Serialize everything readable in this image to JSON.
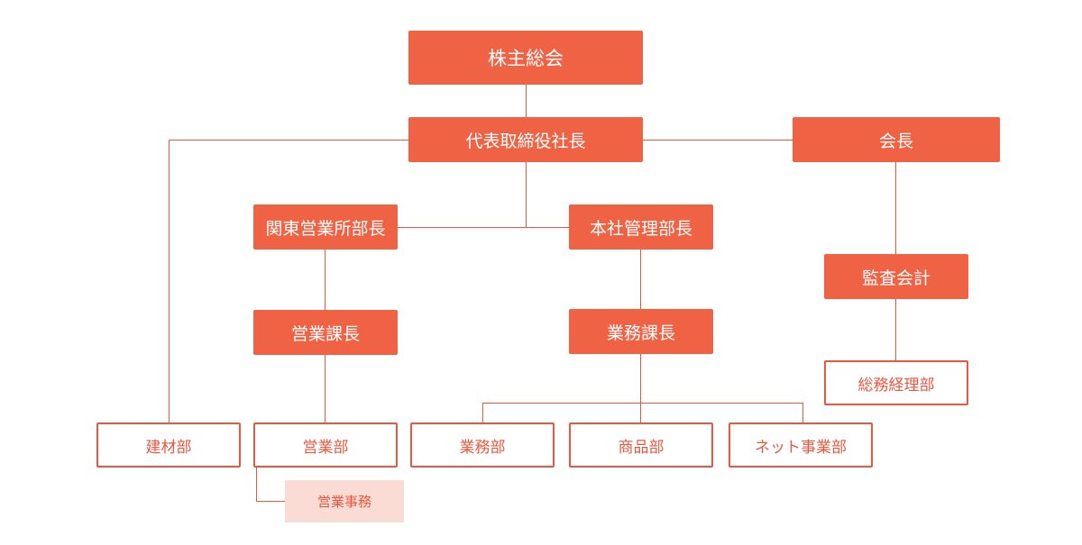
{
  "colors": {
    "accent": "#f06244",
    "line": "#e8583e",
    "light_fill": "#fbdcd5",
    "background": "#ffffff"
  },
  "nodes": {
    "shareholders_meeting": "株主総会",
    "representative_director_president": "代表取締役社長",
    "chairman": "会長",
    "kanto_sales_office_manager": "関東営業所部長",
    "head_office_admin_manager": "本社管理部長",
    "auditor": "監査会計",
    "sales_section_chief": "営業課長",
    "operations_section_chief": "業務課長",
    "general_affairs_accounting_dept": "総務経理部",
    "building_materials_dept": "建材部",
    "sales_dept": "営業部",
    "operations_dept": "業務部",
    "products_dept": "商品部",
    "net_business_dept": "ネット事業部",
    "sales_administration": "営業事務"
  }
}
